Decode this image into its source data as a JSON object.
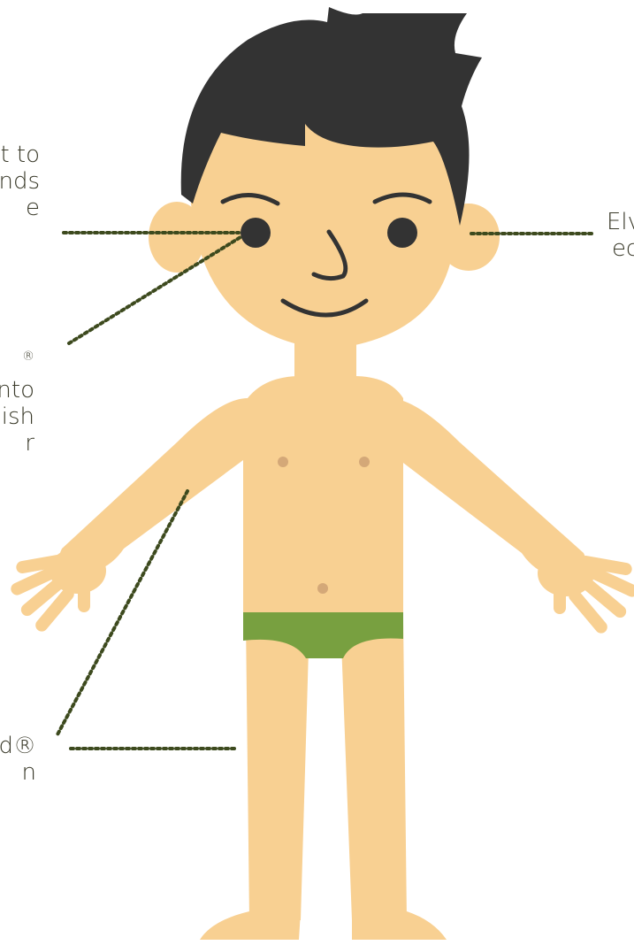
{
  "labels": {
    "left_eye_top": [
      "t to",
      "nds",
      "e"
    ],
    "left_eye_bottom": [
      "®",
      "nto",
      "ish",
      "r"
    ],
    "right_ear": [
      "Elv",
      "ec"
    ],
    "left_leg": [
      "rd®",
      "n"
    ]
  },
  "colors": {
    "skin": "#f8d092",
    "hair": "#333333",
    "shorts": "#78a040",
    "dotted_line": "#3d4a1e",
    "text": "#3a3a2a"
  }
}
